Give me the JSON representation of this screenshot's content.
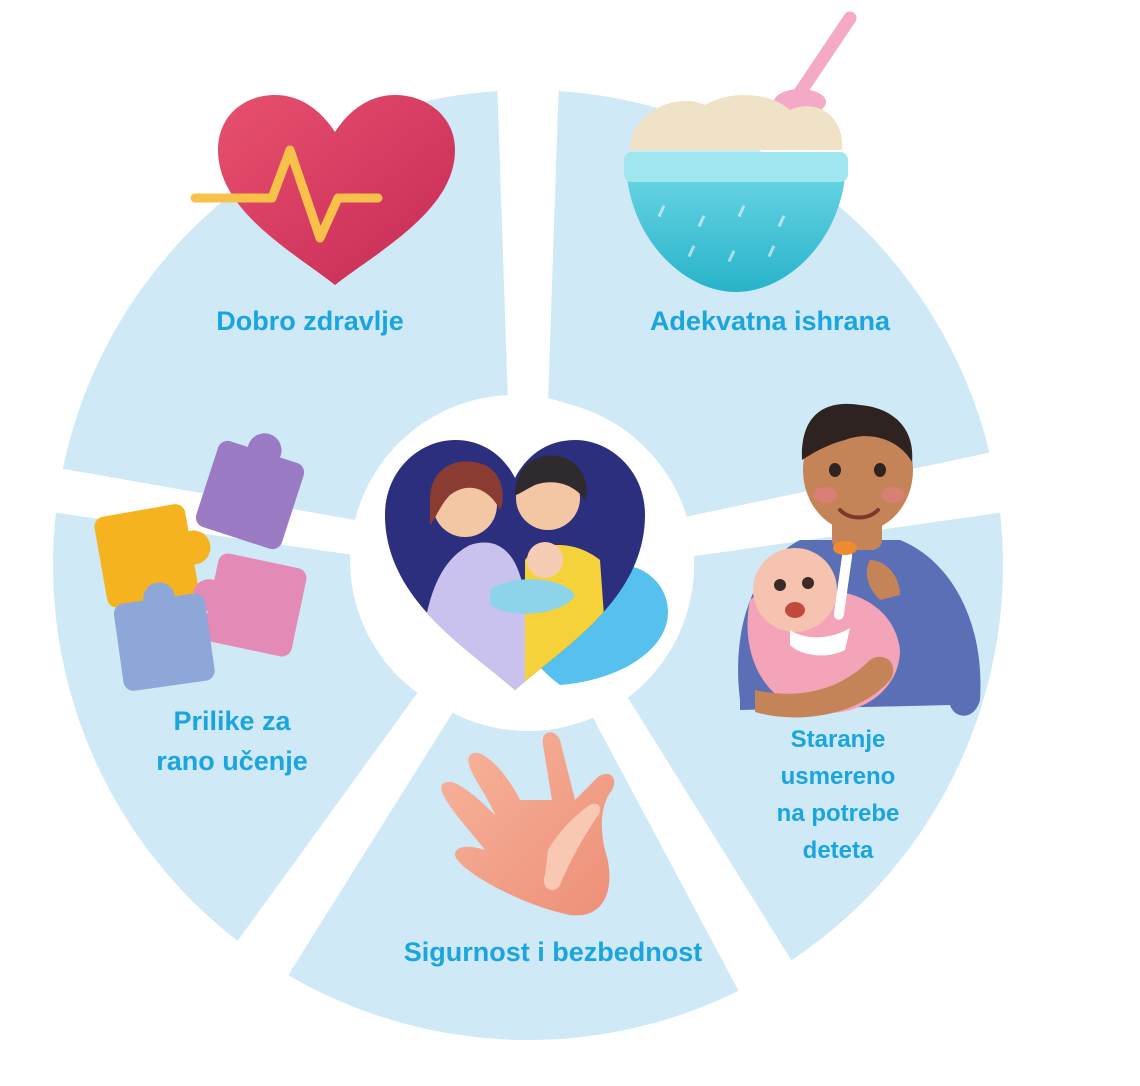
{
  "diagram": {
    "segments": [
      {
        "id": "health",
        "label_lines": [
          "Dobro zdravlje"
        ],
        "icon": "heart-pulse-icon"
      },
      {
        "id": "nutrition",
        "label_lines": [
          "Adekvatna ishrana"
        ],
        "icon": "food-bowl-icon"
      },
      {
        "id": "responsive-care",
        "label_lines": [
          "Staranje",
          "usmereno",
          "na potrebe",
          "deteta"
        ],
        "icon": "father-feeding-baby-icon"
      },
      {
        "id": "security",
        "label_lines": [
          "Sigurnost i bezbednost"
        ],
        "icon": "hands-icon"
      },
      {
        "id": "learning",
        "label_lines": [
          "Prilike za",
          "rano učenje"
        ],
        "icon": "puzzle-pieces-icon"
      }
    ],
    "center": {
      "icon": "family-heart-icon"
    },
    "colors": {
      "segment_fill": "#cfe9f7",
      "label": "#1aa5df",
      "heart_dark": "#2b2f7e",
      "heart_light": "#56c1ee"
    }
  }
}
